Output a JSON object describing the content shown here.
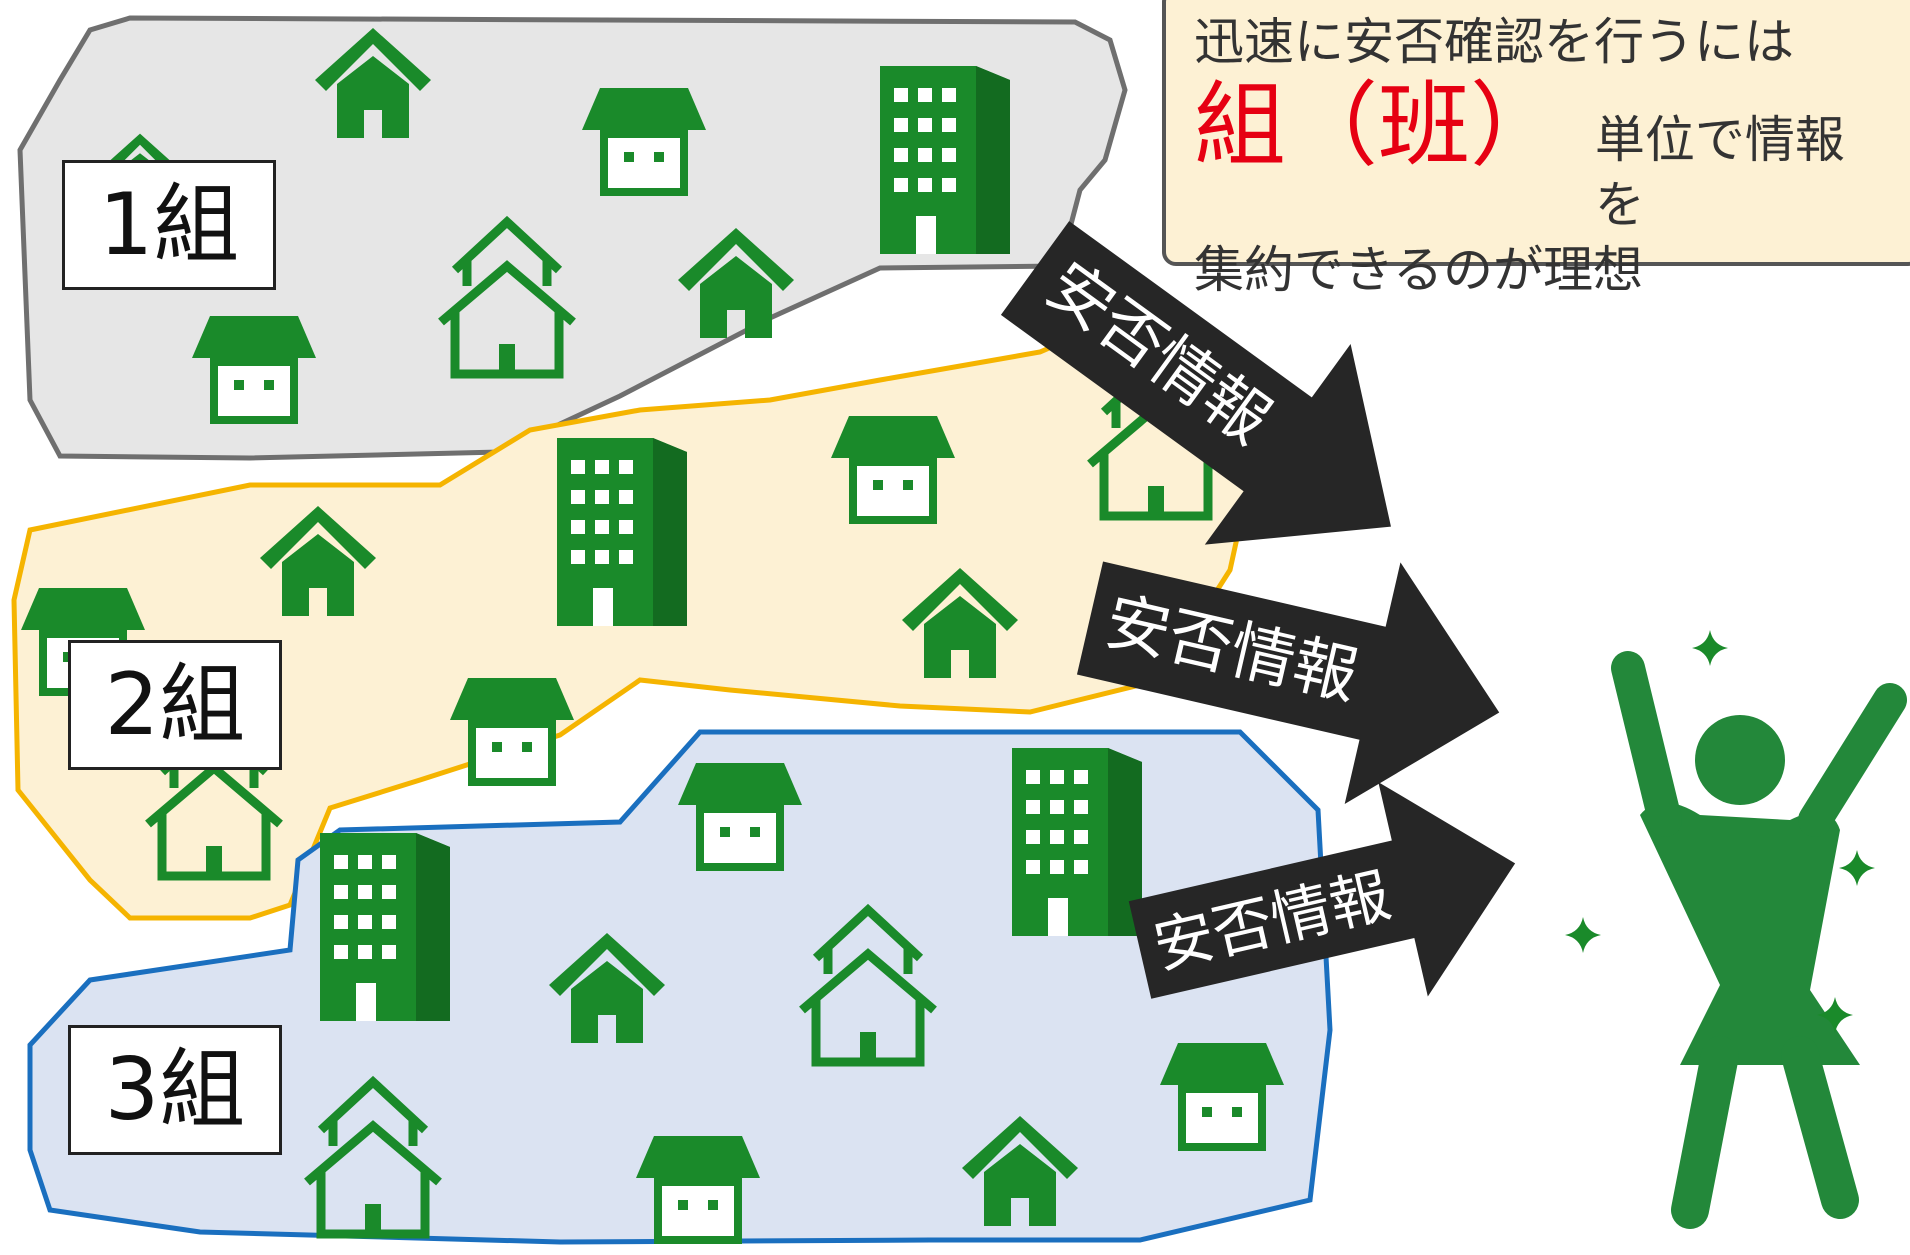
{
  "groups": [
    {
      "label": "1組",
      "color": "#6f6f6f",
      "fill": "#e6e6e6"
    },
    {
      "label": "2組",
      "color": "#f5b400",
      "fill": "#fdf1d4"
    },
    {
      "label": "3組",
      "color": "#1a6fbf",
      "fill": "#dbe3f2"
    }
  ],
  "arrows": [
    {
      "text": "安否情報"
    },
    {
      "text": "安否情報"
    },
    {
      "text": "安否情報"
    }
  ],
  "callout": {
    "line1": "迅速に安否確認を行うには",
    "emphasis": "組（班）",
    "line2_rest": "単位で情報を",
    "line3": "集約できるのが理想"
  },
  "colors": {
    "icon_green": "#1a8a2a",
    "person_green": "#23883a",
    "arrow_dark": "#262626",
    "emphasis_red": "#e60012"
  },
  "icons": [
    "house-roof-icon",
    "house-window-icon",
    "building-icon",
    "house-double-icon",
    "person-cheering-icon",
    "sparkle-icon"
  ]
}
